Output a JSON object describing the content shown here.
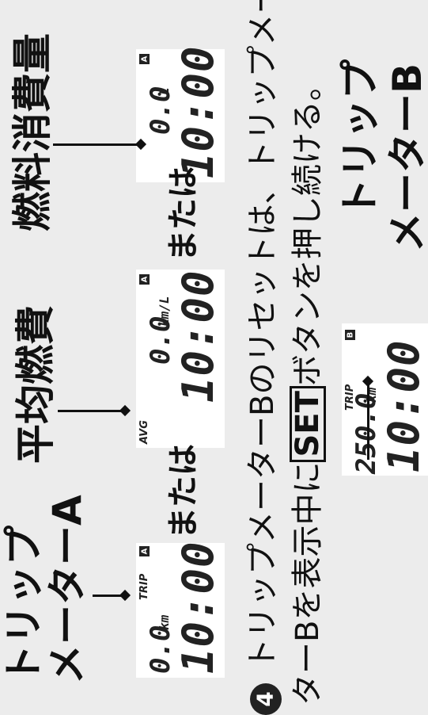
{
  "labels": {
    "trip_a_line1": "トリップ",
    "trip_a_line2": "メーターA",
    "avg_fuel": "平均燃費",
    "fuel_used": "燃料消費量",
    "trip_b_line1": "トリップ",
    "trip_b_line2": "メーターB",
    "or1": "または",
    "or2": "または"
  },
  "instruction": {
    "step_number": "4",
    "line1": "トリップメーターBのリセットは、トリップメー",
    "line2_part1": "ターBを表示中に",
    "set_button": "SET",
    "line2_part2": "ボタンを押し続ける。"
  },
  "displays": {
    "trip_a": {
      "tag": "TRIP",
      "badge": "A",
      "value": "0.0",
      "unit": "km",
      "time": "10:00"
    },
    "avg": {
      "tag": "AVG",
      "badge": "A",
      "value": "0.0",
      "unit": "km/L",
      "time": "10:00"
    },
    "fuel": {
      "badge": "A",
      "value": "0.0",
      "unit": "L",
      "time": "10:00"
    },
    "trip_b": {
      "tag": "TRIP",
      "badge": "B",
      "value": "250.0",
      "unit": "km",
      "time": "10:00"
    }
  }
}
